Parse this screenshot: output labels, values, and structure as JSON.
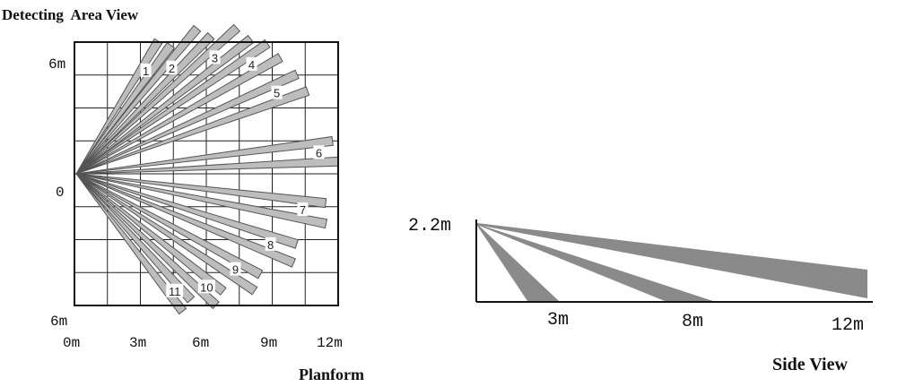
{
  "title": "Detecting  Area View",
  "planform": {
    "caption": "Planform",
    "y_labels": {
      "top": "6m",
      "middle": "0",
      "bottom": "6m"
    },
    "x_labels": [
      "0m",
      "3m",
      "6m",
      "9m",
      "12m"
    ],
    "zones": [
      "1",
      "2",
      "3",
      "4",
      "5",
      "6",
      "7",
      "8",
      "9",
      "10",
      "11"
    ]
  },
  "side_view": {
    "caption": "Side View",
    "height_label": "2.2m",
    "x_labels": [
      "3m",
      "8m",
      "12m"
    ]
  },
  "colors": {
    "beam_fill": "#bdbdbd",
    "beam_stroke": "#555555",
    "side_fill": "#8a8a8a",
    "line": "#111111"
  }
}
